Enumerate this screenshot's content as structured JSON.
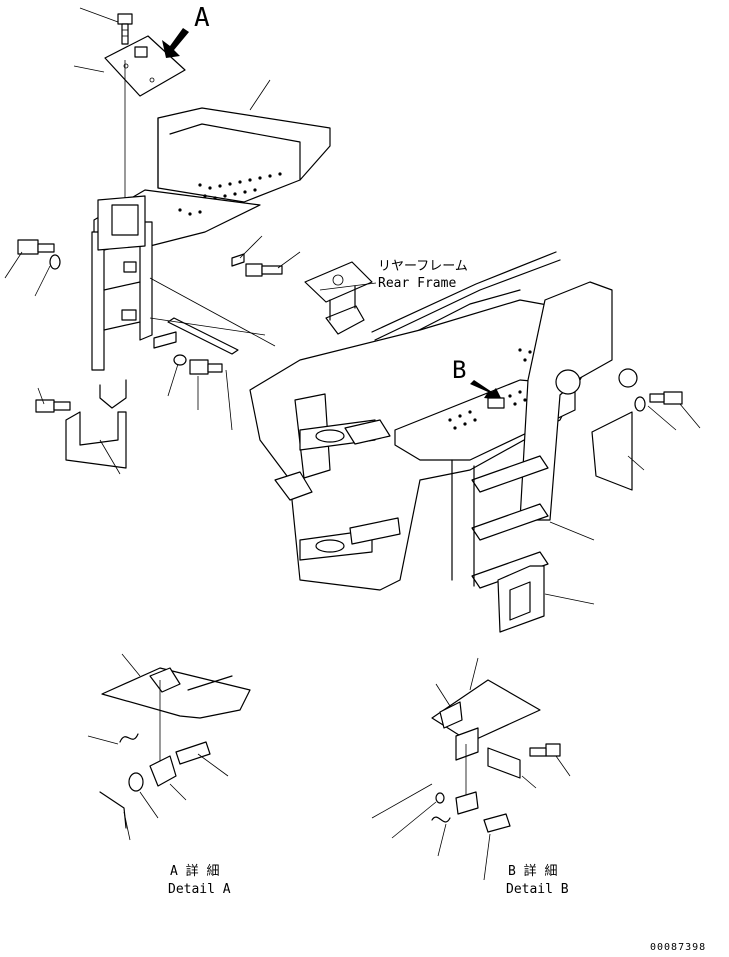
{
  "callouts": {
    "view_a": "A",
    "view_b": "B",
    "rear_frame_jp": "リヤーフレーム",
    "rear_frame_en": "Rear Frame",
    "detail_a_jp": "A 詳 細",
    "detail_a_en": "Detail A",
    "detail_b_jp": "B 詳 細",
    "detail_b_en": "Detail B"
  },
  "drawing_number": "00087398"
}
